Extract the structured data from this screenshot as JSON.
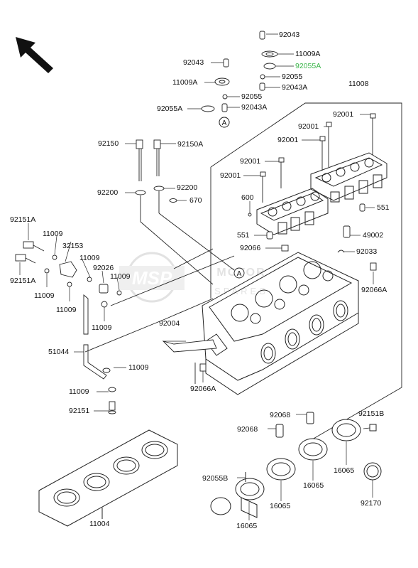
{
  "diagram": {
    "watermark_text": "MSP",
    "watermark_sub_1": "MOTOR",
    "watermark_sub_2": "SPARES",
    "circle_ref": "A",
    "highlight_color": "#3bb54a",
    "line_color": "#222222",
    "labels": {
      "l_92043_top": "92043",
      "l_11009a_r": "11009A",
      "l_92055a_g": "92055A",
      "l_92055_r": "92055",
      "l_92043a_r": "92043A",
      "l_92043_l": "92043",
      "l_11009a_l": "11009A",
      "l_92055_l": "92055",
      "l_92055a_l": "92055A",
      "l_92043a_l": "92043A",
      "l_11008": "11008",
      "l_92001_a": "92001",
      "l_92001_b": "92001",
      "l_92001_c": "92001",
      "l_92001_d": "92001",
      "l_92001_e": "92001",
      "l_92150": "92150",
      "l_92150a": "92150A",
      "l_92200_l": "92200",
      "l_92200_r": "92200",
      "l_670": "670",
      "l_600": "600",
      "l_551_r": "551",
      "l_551_l": "551",
      "l_49002": "49002",
      "l_92066": "92066",
      "l_92033": "92033",
      "l_92066a_r": "92066A",
      "l_92151a_t": "92151A",
      "l_11009_1": "11009",
      "l_32153": "32153",
      "l_11009_2": "11009",
      "l_92026": "92026",
      "l_11009_3": "11009",
      "l_92151a_b": "92151A",
      "l_11009_4": "11009",
      "l_11009_5": "11009",
      "l_11009_6": "11009",
      "l_92004": "92004",
      "l_51044": "51044",
      "l_11009_7": "11009",
      "l_11009_8": "11009",
      "l_92151": "92151",
      "l_92066a_b": "92066A",
      "l_92068_r": "92068",
      "l_92068_l": "92068",
      "l_92151b": "92151B",
      "l_92055b": "92055B",
      "l_16065_1": "16065",
      "l_16065_2": "16065",
      "l_16065_3": "16065",
      "l_16065_4": "16065",
      "l_92170": "92170",
      "l_11004": "11004"
    }
  }
}
